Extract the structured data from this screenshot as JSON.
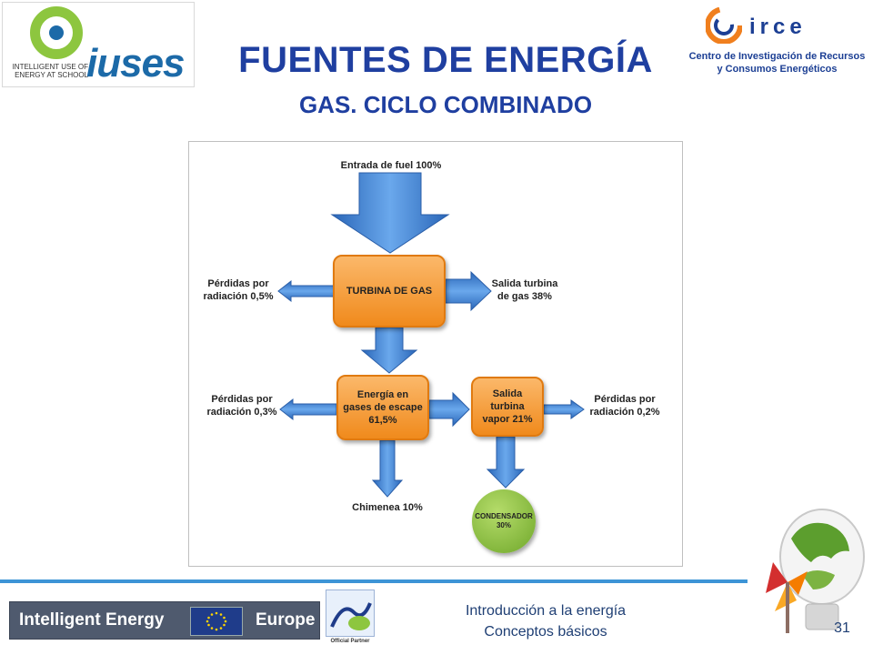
{
  "header": {
    "title": "FUENTES DE ENERGÍA",
    "subtitle": "GAS. CICLO COMBINADO",
    "left_logo": {
      "word": "iuses",
      "tagline": "INTELLIGENT USE OF ENERGY AT SCHOOL"
    },
    "right_logo": {
      "word": "irce",
      "line1": "Centro de Investigación de Recursos",
      "line2": "y Consumos Energéticos"
    }
  },
  "diagram": {
    "input": "Entrada de fuel 100%",
    "turbina_gas": "TURBINA DE GAS",
    "loss_gas": "Pérdidas por radiación 0,5%",
    "salida_gas": "Salida turbina de gas 38%",
    "gases_escape": "Energía en gases de escape 61,5%",
    "loss_escape": "Pérdidas por radiación 0,3%",
    "salida_vapor": "Salida turbina vapor 21%",
    "loss_vapor": "Pérdidas por radiación 0,2%",
    "chimenea": "Chimenea 10%",
    "condensador_label": "CONDENSADOR",
    "condensador_value": "30%",
    "colors": {
      "box": "#f08a1c",
      "arrow": "#3a7fd0",
      "circle": "#7fb53a"
    }
  },
  "footer": {
    "program_left": "Intelligent Energy",
    "program_right": "Europe",
    "partner": "Official Partner",
    "line1": "Introducción a la energía",
    "line2": "Conceptos básicos",
    "page_number": "31"
  }
}
